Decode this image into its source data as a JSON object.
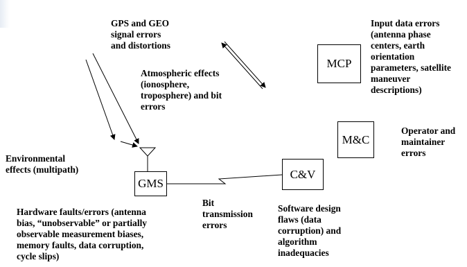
{
  "nodes": {
    "mcp": "MCP",
    "mc": "M&C",
    "gms": "GMS",
    "cv": "C&V"
  },
  "labels": {
    "gps_geo": "GPS and GEO\nsignal errors\nand distortions",
    "atmospheric": "Atmospheric effects\n(ionosphere,\ntroposphere) and bit\nerrors",
    "input_data": "Input data errors\n(antenna phase\ncenters, earth\norientation\nparameters, satellite\nmaneuver\ndescriptions)",
    "operator": "Operator and\nmaintainer\nerrors",
    "environmental": "Environmental\neffects (multipath)",
    "bit_transmission": "Bit\ntransmission\nerrors",
    "hardware": "Hardware faults/errors (antenna\nbias, “unobservable” or partially\nobservable measurement biases,\nmemory faults, data corruption,\ncycle slips)",
    "software": "Software design\nflaws (data\ncorruption) and\nalgorithm\ninadequacies"
  }
}
